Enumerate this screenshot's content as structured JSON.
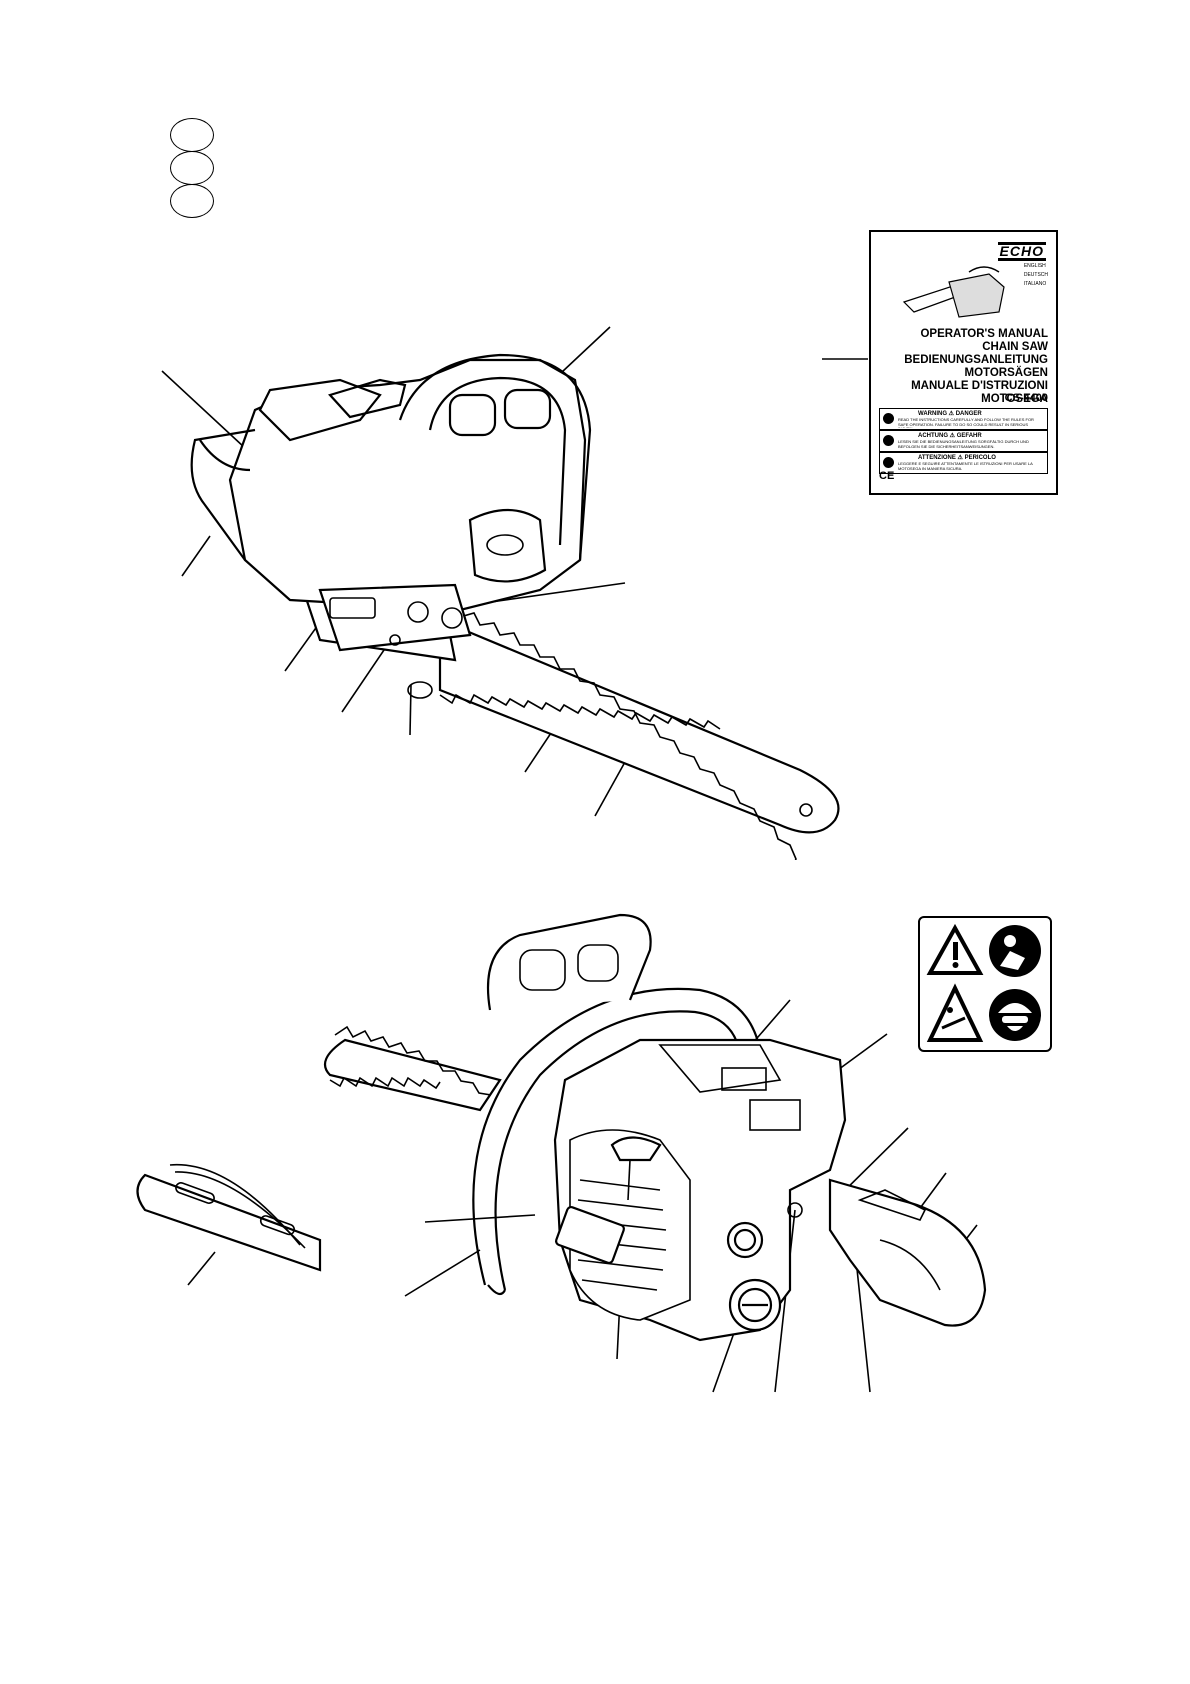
{
  "language_markers": [
    "",
    "",
    ""
  ],
  "manual_cover": {
    "brand": "ECHO",
    "language_list": [
      "ENGLISH",
      "DEUTSCH",
      "ITALIANO"
    ],
    "titles": [
      "OPERATOR'S MANUAL",
      "CHAIN SAW",
      "BEDIENUNGSANLEITUNG",
      "MOTORSÄGEN",
      "MANUALE D'ISTRUZIONI",
      "MOTOSEGA"
    ],
    "model": "CS-4400",
    "warnings": [
      {
        "header": "WARNING ⚠ DANGER",
        "body": "READ THE INSTRUCTIONS CAREFULLY AND FOLLOW THE RULES FOR SAFE OPERATION. FAILURE TO DO SO COULD RESULT IN SERIOUS INJURY."
      },
      {
        "header": "ACHTUNG ⚠ GEFAHR",
        "body": "LESEN SIE DIE BEDIENUNGSANLEITUNG SORGFÄLTIG DURCH UND BEFOLGEN SIE DIE SICHERHEITSANWEISUNGEN."
      },
      {
        "header": "ATTENZIONE ⚠ PERICOLO",
        "body": "LEGGERE E SEGUIRE ATTENTAMENTE LE ISTRUZIONI PER USARE LA MOTOSEGA IN MANIERA SICURA."
      }
    ],
    "ce_mark": "CE"
  },
  "safety_label": {
    "icons": [
      "warning-triangle-icon",
      "read-manual-icon",
      "kickback-warning-icon",
      "helmet-goggles-ear-protection-icon"
    ]
  },
  "figures": {
    "top": "chain saw, right side view with guide bar",
    "bottom": "chain saw, rear left view with guide bar cover"
  }
}
